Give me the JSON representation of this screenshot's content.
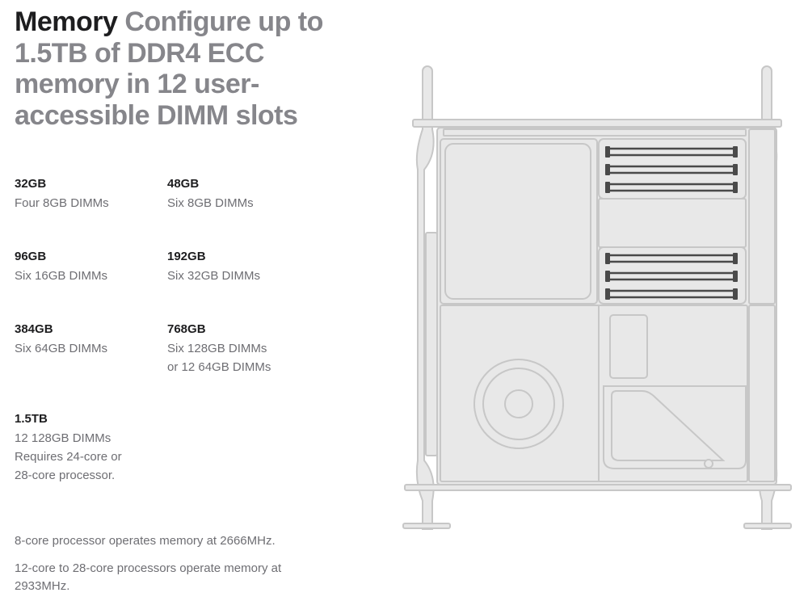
{
  "headline": {
    "lead": "Memory",
    "rest": "Configure up to 1.5TB of DDR4 ECC memory in 12 user-accessible DIMM slots"
  },
  "configs": [
    {
      "capacity": "32GB",
      "description": "Four 8GB DIMMs"
    },
    {
      "capacity": "48GB",
      "description": "Six 8GB DIMMs"
    },
    {
      "capacity": "96GB",
      "description": "Six 16GB DIMMs"
    },
    {
      "capacity": "192GB",
      "description": "Six 32GB DIMMs"
    },
    {
      "capacity": "384GB",
      "description": "Six 64GB DIMMs"
    },
    {
      "capacity": "768GB",
      "description_line1": "Six 128GB DIMMs",
      "description_line2": "or 12 64GB DIMMs"
    },
    {
      "capacity": "1.5TB",
      "description_line1": "12 128GB DIMMs",
      "description_line2": "Requires 24-core or",
      "description_line3": "28-core processor."
    }
  ],
  "notes": [
    "8-core processor operates memory at 2666MHz.",
    "12-core to 28-core processors operate memory at 2933MHz."
  ],
  "colors": {
    "heading": "#1d1d1f",
    "subheading": "#86868b",
    "body": "#6e6e73",
    "diagram_fill": "#e8e8e8",
    "diagram_stroke": "#c7c7c7",
    "dimm": "#4a4a4a"
  },
  "icons": {
    "diagram": "mac-pro-memory-diagram"
  }
}
